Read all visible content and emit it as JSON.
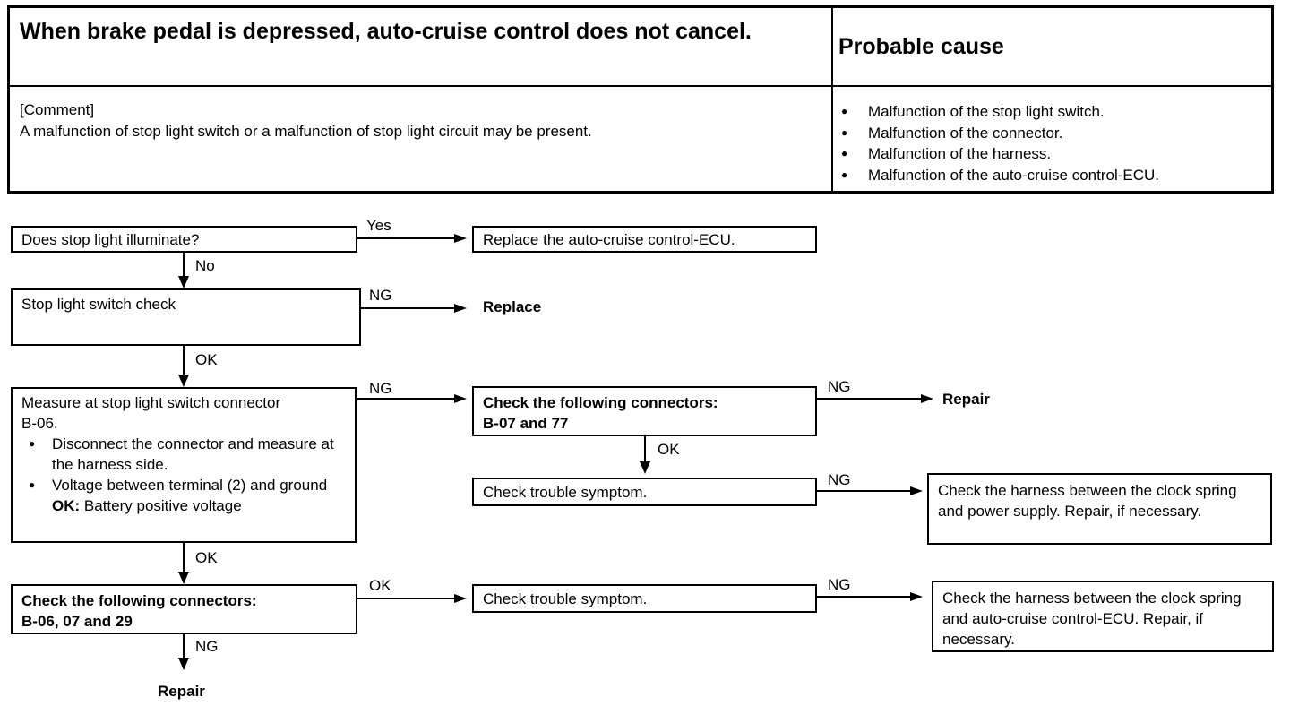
{
  "header": {
    "title": "When brake pedal is depressed, auto-cruise control does not cancel.",
    "cause_heading": "Probable cause",
    "comment_label": "[Comment]",
    "comment_text": "A malfunction of stop light switch or a malfunction of stop light circuit may be present.",
    "causes": [
      "Malfunction of the stop light switch.",
      "Malfunction of the connector.",
      "Malfunction of the harness.",
      "Malfunction of the auto-cruise control-ECU."
    ]
  },
  "flow": {
    "q1": "Does stop light illuminate?",
    "q1_yes": "Yes",
    "q1_yes_result": "Replace the auto-cruise control-ECU.",
    "q1_no": "No",
    "step2": "Stop light switch check",
    "step2_ng": "NG",
    "step2_ng_result": "Replace",
    "step2_ok": "OK",
    "step3": {
      "line1": "Measure at stop light switch connector",
      "line2": "B-06.",
      "bullet1": "Disconnect the connector and measure at the harness side.",
      "bullet2": "Voltage between terminal (2) and ground",
      "ok_label": "OK:",
      "ok_value": "Battery positive voltage"
    },
    "step3_ng": "NG",
    "step3_ok": "OK",
    "conn_a_heading": "Check the following connectors:",
    "conn_a_list": "B-07 and 77",
    "conn_a_ng": "NG",
    "conn_a_ng_result": "Repair",
    "conn_a_ok": "OK",
    "trouble_a": "Check trouble symptom.",
    "trouble_a_ng": "NG",
    "trouble_a_result": "Check the harness between the clock spring and power supply. Repair, if necessary.",
    "conn_b_heading": "Check the following connectors:",
    "conn_b_list": "B-06, 07 and 29",
    "conn_b_ok": "OK",
    "conn_b_ng": "NG",
    "conn_b_ng_result": "Repair",
    "trouble_b": "Check trouble symptom.",
    "trouble_b_ng": "NG",
    "trouble_b_result": "Check the harness between the clock spring and auto-cruise control-ECU. Repair, if necessary."
  }
}
